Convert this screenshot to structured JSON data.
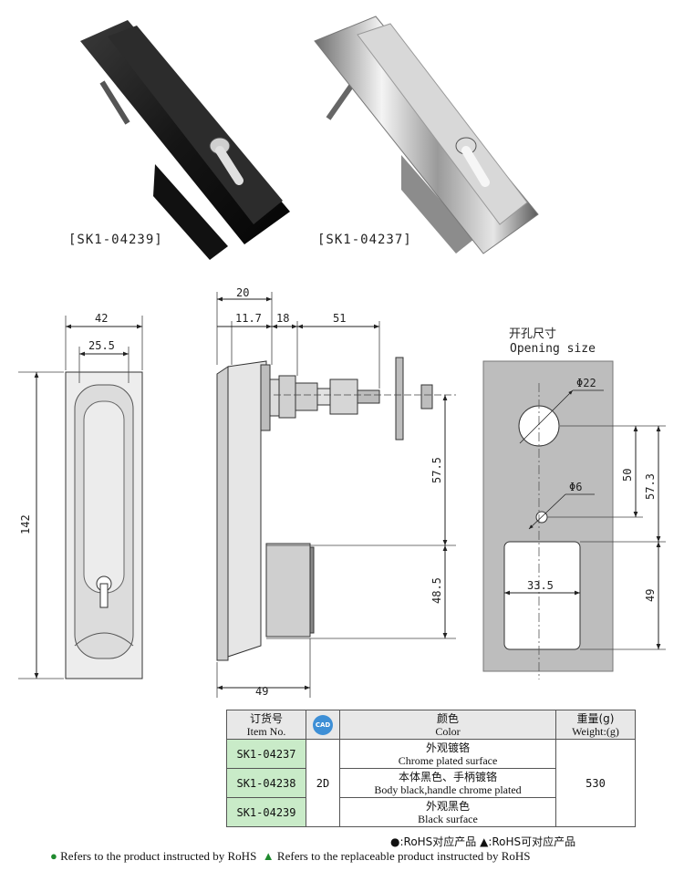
{
  "products": [
    {
      "code": "[SK1-04239]"
    },
    {
      "code": "[SK1-04237]"
    }
  ],
  "dims": {
    "front_width": "42",
    "front_inner": "25.5",
    "front_height": "142",
    "side_total": "20",
    "side_a": "11.7",
    "side_b": "18",
    "side_c": "51",
    "side_d": "57.5",
    "side_e": "48.5",
    "side_bottom": "49",
    "hole_d1": "Φ22",
    "hole_d2": "Φ6",
    "hole_v1": "50",
    "hole_v2": "57.3",
    "hole_w": "33.5",
    "hole_h": "49"
  },
  "opening": {
    "title_cn": "开孔尺寸",
    "title_en": "Opening size"
  },
  "table": {
    "head": {
      "item_cn": "订货号",
      "item_en": "Item No.",
      "cad": "CAD",
      "color_cn": "颜色",
      "color_en": "Color",
      "weight_cn": "重量(g)",
      "weight_en": "Weight:(g)"
    },
    "rows": [
      {
        "item": "SK1-04237",
        "color_cn": "外观镀铬",
        "color_en": "Chrome plated surface"
      },
      {
        "item": "SK1-04238",
        "color_cn": "本体黑色、手柄镀铬",
        "color_en": "Body black,handle chrome plated"
      },
      {
        "item": "SK1-04239",
        "color_cn": "外观黑色",
        "color_en": "Black surface"
      }
    ],
    "cad_value": "2D",
    "weight_value": "530"
  },
  "legend": {
    "cn_line": "●:RoHS对应产品   ▲:RoHS可对应产品",
    "en_circle": "Refers to the product instructed by RoHS",
    "en_triangle": "Refers to the replaceable product instructed by RoHS"
  },
  "colors": {
    "table_green": "#c9ebc8",
    "bullet_green": "#1f8a2e",
    "cad_blue": "#3d8fd6"
  }
}
